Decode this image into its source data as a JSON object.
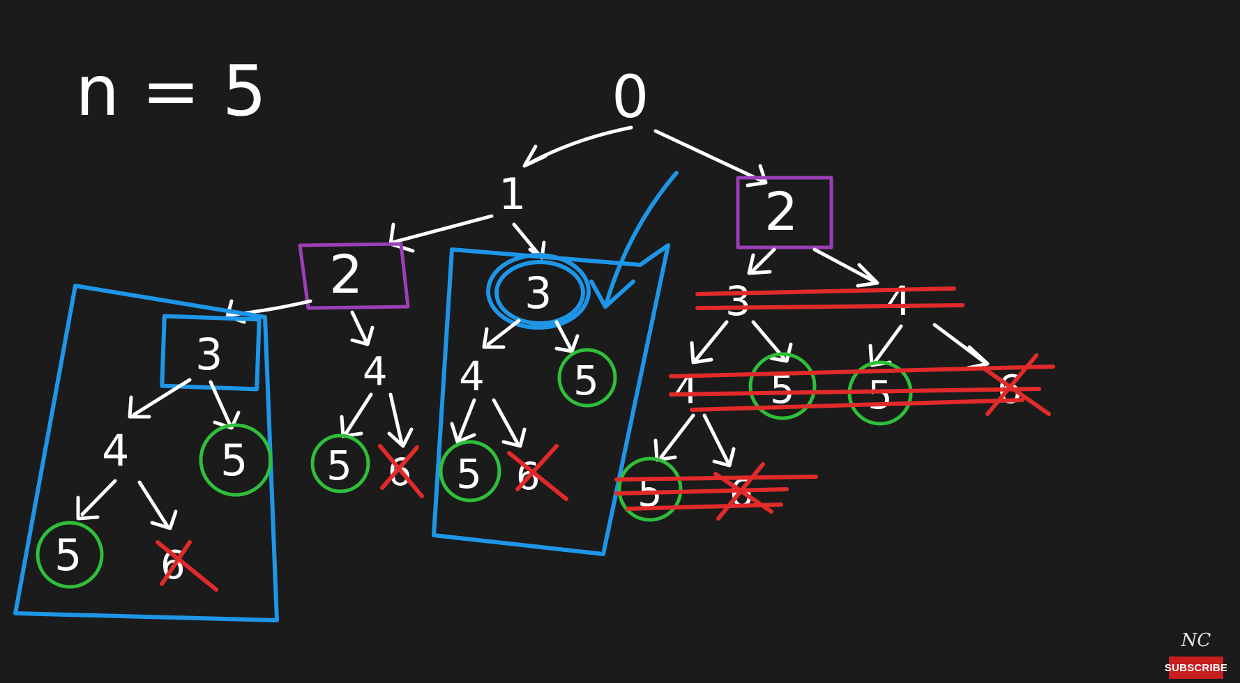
{
  "note": {
    "label": "n = 5"
  },
  "tree": {
    "root": "0",
    "level1": {
      "left": "1",
      "right": "2"
    },
    "left_branch": {
      "node_2": "2",
      "node_3_boxed": "3",
      "box_a": {
        "n4": "4",
        "n5": "5",
        "leaf5": "5",
        "crossed": "6"
      },
      "mid_4": "4",
      "mid_leaf5": "5",
      "mid_crossed": "6"
    },
    "middle_branch": {
      "node_3": "3",
      "n4": "4",
      "n5": "5",
      "leaf5": "5",
      "crossed": "6"
    },
    "right_branch": {
      "n3": "3",
      "n4": "4",
      "row2": [
        "4",
        "5",
        "5",
        "6"
      ],
      "row3": [
        "5",
        "6"
      ]
    }
  },
  "colors": {
    "background": "#1b1b1b",
    "ink": "#ffffff",
    "memo_box": "#1e96e8",
    "repeat_box": "#9b3fb8",
    "solution": "#2fbf3a",
    "pruned": "#e22a2a"
  },
  "watermark": {
    "logo": "NC",
    "button": "SUBSCRIBE"
  }
}
